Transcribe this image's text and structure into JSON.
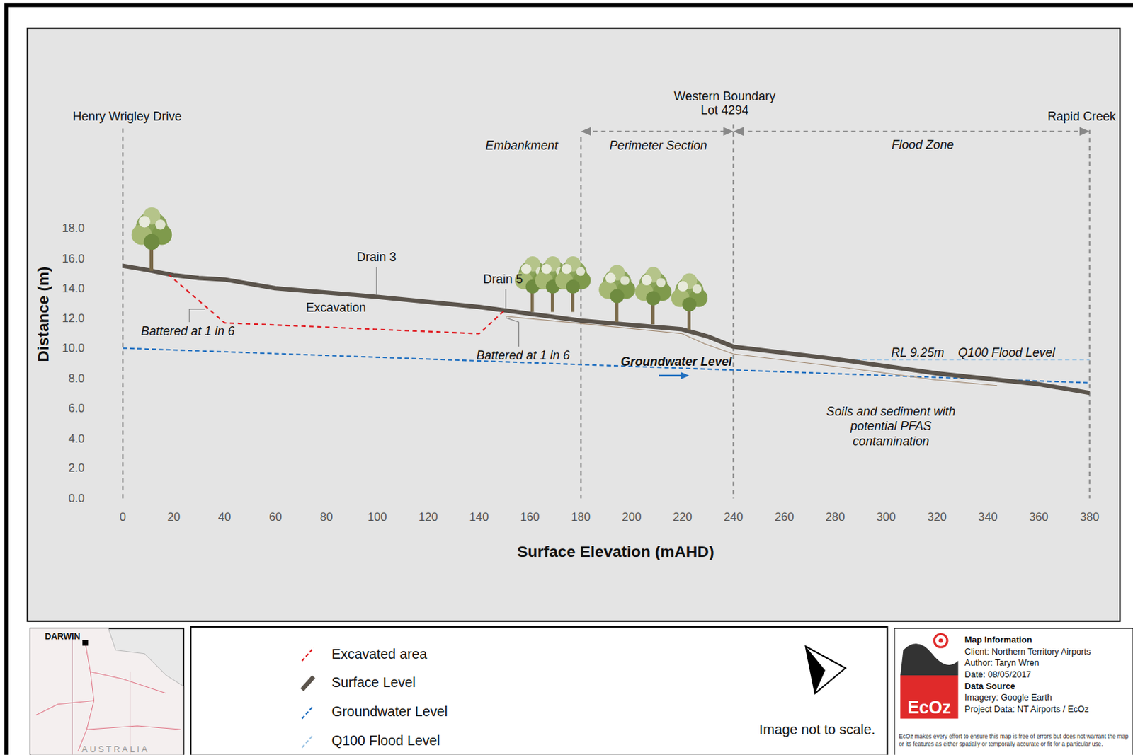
{
  "diagram": {
    "labels": [
      "Henry Wrigley Drive",
      "Western Boundary Lot 4294",
      "Rapid Creek",
      "Embankment",
      "Perimeter Section",
      "Flood Zone",
      "18.0",
      "16.0",
      "14.0",
      "12.0",
      "10.0",
      "8.0",
      "6.0",
      "4.0",
      "2.0",
      "0.0",
      "0",
      "20",
      "40",
      "60",
      "80",
      "100",
      "120",
      "140",
      "160",
      "180",
      "200",
      "220",
      "240",
      "260",
      "280",
      "300",
      "320",
      "340",
      "360",
      "380",
      "Distance (m)",
      "Surface Elevation (mAHD)",
      "Drain 3",
      "Drain 5",
      "Excavation",
      "Battered at 1 in 6",
      "Battered at 1 in 6",
      "Groundwater Level",
      "RL 9.25m",
      "Q100 Flood Level",
      "Soils and sediment with potential PFAS contamination",
      "DARWIN",
      "AUSTRALIA",
      "Image not to scale.",
      "Map Information",
      "Client: Northern Territory Airports",
      "Author: Taryn Wren",
      "Date: 08/05/2017",
      "Data Source",
      "Imagery: Google Earth",
      "Project Data: NT Airports / EcOz",
      "EcOz",
      "EcOz makes every effort to ensure this map is free of errors but does not warrant the map or its features as either spatially or temporally accurate or fit for a particular use."
    ],
    "legend": [
      {
        "text": "Excavated area"
      },
      {
        "text": "Surface Level"
      },
      {
        "text": "Groundwater Level"
      },
      {
        "text": "Q100 Flood Level"
      }
    ]
  }
}
